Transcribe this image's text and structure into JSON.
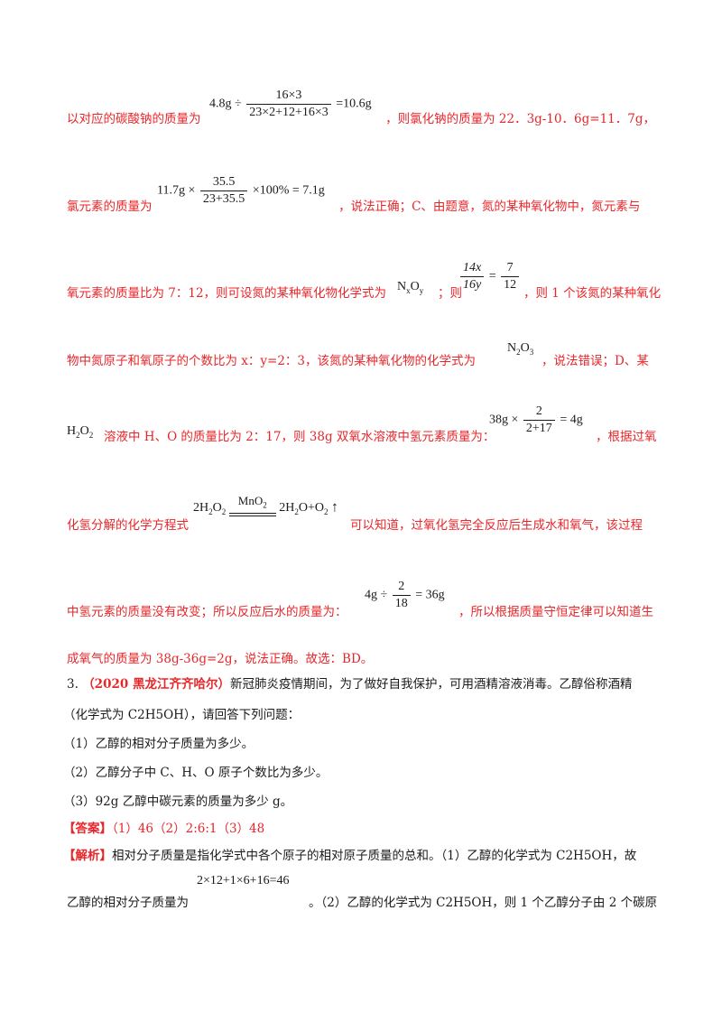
{
  "p1": {
    "pre": "以对应的碳酸钠的质量为",
    "math_lhs": "4.8g ÷",
    "math_num": "16×3",
    "math_den": "23×2+12+16×3",
    "math_rhs": "=10.6g",
    "post": "，则氯化钠的质量为 22．3g-10．6g=11．7g，"
  },
  "p2": {
    "pre": "氯元素的质量为",
    "math_lhs": "11.7g ×",
    "math_num": "35.5",
    "math_den": "23+35.5",
    "math_rhs": "×100% = 7.1g",
    "post": "，说法正确；C、由题意，氮的某种氧化物中，氮元素与"
  },
  "p3": {
    "pre": "氧元素的质量比为 7：12，则可设氮的某种氧化物化学式为",
    "formula": "NxOy",
    "mid": "；则",
    "num1": "14x",
    "den1": "16y",
    "eq": "=",
    "num2": "7",
    "den2": "12",
    "post": "，则 1 个该氮的某种氧化"
  },
  "p4": {
    "pre": "物中氮原子和氧原子的个数比为 x：y=2：3，该氮的某种氧化物的化学式为",
    "formula": "N2O3",
    "post": "，说法错误；D、某"
  },
  "p5": {
    "formula": "H2O2",
    "mid": "溶液中 H、O 的质量比为 2：17，则 38g 双氧水溶液中氢元素质量为：",
    "math_lhs": "38g ×",
    "math_num": "2",
    "math_den": "2+17",
    "math_rhs": "= 4g",
    "post": "，根据过氧"
  },
  "p6": {
    "pre": "化氢分解的化学方程式",
    "catalyst": "MnO2",
    "reactant": "2H2O2",
    "products": "2H2O+O2",
    "arrow": "↑",
    "post": "可以知道，过氧化氢完全反应后生成水和氧气，该过程"
  },
  "p7": {
    "pre": "中氢元素的质量没有改变；所以反应后水的质量为：",
    "math_lhs": "4g ÷",
    "math_num": "2",
    "math_den": "18",
    "math_rhs": "= 36g",
    "post": "，所以根据质量守恒定律可以知道生"
  },
  "p8": "成氧气的质量为 38g-36g=2g，说法正确。故选：BD。",
  "q3": {
    "number": "3.",
    "source": "（2020 黑龙江齐齐哈尔）",
    "stem1": "新冠肺炎疫情期间，为了做好自我保护，可用酒精溶液消毒。乙醇俗称酒精",
    "stem2": "（化学式为 C2H5OH），请回答下列问题：",
    "sub1": "（1）乙醇的相对分子质量为多少。",
    "sub2": "（2）乙醇分子中 C、H、O 原子个数比为多少。",
    "sub3": "（3）92g 乙醇中碳元素的质量为多少 g。"
  },
  "answer": {
    "tag": "【答案】",
    "text": "（1）46（2）2:6:1（3）48"
  },
  "analysis": {
    "tag": "【解析】",
    "text1": "相对分子质量是指化学式中各个原子的相对原子质量的总和。（1）乙醇的化学式为 C2H5OH，故",
    "pre2": "乙醇的相对分子质量为",
    "math": "2×12+1×6+16=46",
    "post2": "。（2）乙醇的化学式为 C2H5OH，则 1 个乙醇分子由 2 个碳原"
  }
}
